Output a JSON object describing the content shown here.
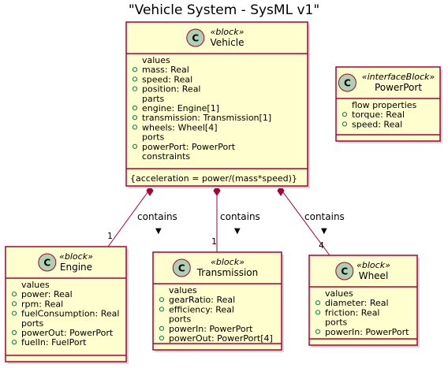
{
  "title": "\"Vehicle System - SysML v1\"",
  "badge_letter": "C",
  "classes": {
    "vehicle": {
      "stereotype": "«block»",
      "name": "Vehicle",
      "lines": [
        {
          "kind": "section",
          "text": "values"
        },
        {
          "kind": "attr",
          "text": "mass: Real"
        },
        {
          "kind": "attr",
          "text": "speed: Real"
        },
        {
          "kind": "attr",
          "text": "position: Real"
        },
        {
          "kind": "section",
          "text": "parts"
        },
        {
          "kind": "attr",
          "text": "engine: Engine[1]"
        },
        {
          "kind": "attr",
          "text": "transmission: Transmission[1]"
        },
        {
          "kind": "attr",
          "text": "wheels: Wheel[4]"
        },
        {
          "kind": "section",
          "text": "ports"
        },
        {
          "kind": "attr",
          "text": "powerPort: PowerPort"
        },
        {
          "kind": "section",
          "text": "constraints"
        }
      ],
      "method": "{acceleration = power/(mass*speed)}"
    },
    "powerport": {
      "stereotype": "«interfaceBlock»",
      "name": "PowerPort",
      "lines": [
        {
          "kind": "section",
          "text": "flow properties"
        },
        {
          "kind": "attr",
          "text": "torque: Real"
        },
        {
          "kind": "attr",
          "text": "speed: Real"
        }
      ]
    },
    "engine": {
      "stereotype": "«block»",
      "name": "Engine",
      "lines": [
        {
          "kind": "section",
          "text": "values"
        },
        {
          "kind": "attr",
          "text": "power: Real"
        },
        {
          "kind": "attr",
          "text": "rpm: Real"
        },
        {
          "kind": "attr",
          "text": "fuelConsumption: Real"
        },
        {
          "kind": "section",
          "text": "ports"
        },
        {
          "kind": "attr",
          "text": "powerOut: PowerPort"
        },
        {
          "kind": "attr",
          "text": "fuelIn: FuelPort"
        }
      ]
    },
    "transmission": {
      "stereotype": "«block»",
      "name": "Transmission",
      "lines": [
        {
          "kind": "section",
          "text": "values"
        },
        {
          "kind": "attr",
          "text": "gearRatio: Real"
        },
        {
          "kind": "attr",
          "text": "efficiency: Real"
        },
        {
          "kind": "section",
          "text": "ports"
        },
        {
          "kind": "attr",
          "text": "powerIn: PowerPort"
        },
        {
          "kind": "attr",
          "text": "powerOut: PowerPort[4]"
        }
      ]
    },
    "wheel": {
      "stereotype": "«block»",
      "name": "Wheel",
      "lines": [
        {
          "kind": "section",
          "text": "values"
        },
        {
          "kind": "attr",
          "text": "diameter: Real"
        },
        {
          "kind": "attr",
          "text": "friction: Real"
        },
        {
          "kind": "section",
          "text": "ports"
        },
        {
          "kind": "attr",
          "text": "powerIn: PowerPort"
        }
      ]
    }
  },
  "links": {
    "engine": {
      "label": "contains",
      "arrow": "▼",
      "multiplicity": "1"
    },
    "transmission": {
      "label": "contains",
      "arrow": "▼",
      "multiplicity": "1"
    },
    "wheel": {
      "label": "contains",
      "arrow": "▼",
      "multiplicity": "4"
    }
  },
  "colors": {
    "box_fill": "#FEFECE",
    "border": "#A80036",
    "badge": "#ADD1B2",
    "link": "#A80036"
  }
}
